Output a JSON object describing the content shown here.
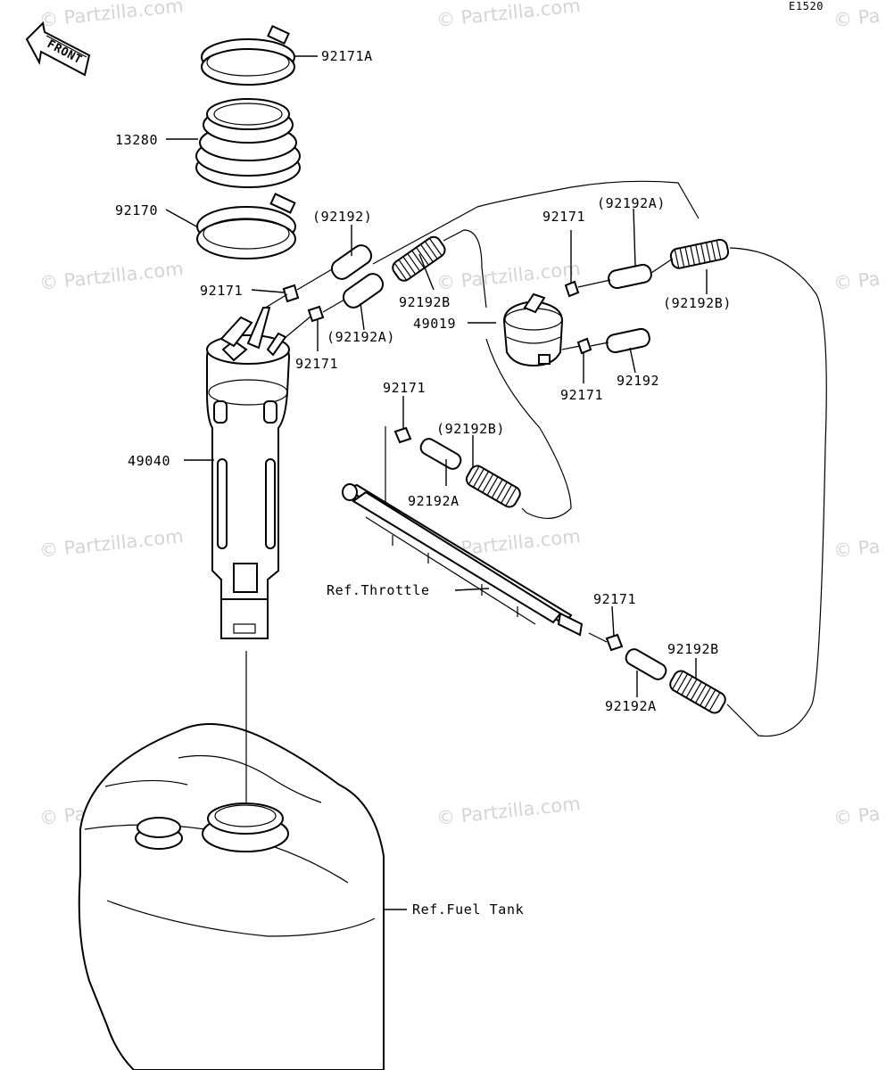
{
  "diagram_code": "E1520",
  "front_label": "FRONT",
  "watermark": "© Partzilla.com",
  "watermark_cut": "© Pa",
  "labels": {
    "clamp_92171A": "92171A",
    "boot_13280": "13280",
    "clamp_92170": "92170",
    "hose_top_92192": "(92192)",
    "clip_left_92171": "92171",
    "hose_left_92192B": "92192B",
    "filter_49019": "49019",
    "hose_left_92192A": "(92192A)",
    "clip_left2_92171": "92171",
    "clip_right_92171": "92171",
    "hose_right_92192A": "(92192A)",
    "hose_right_92192B": "(92192B)",
    "clip_right2_92171": "92171",
    "hose_right_92192": "92192",
    "pump_49040": "49040",
    "clip_mid_92171": "92171",
    "hose_mid_92192B": "(92192B)",
    "hose_mid_92192A": "92192A",
    "ref_throttle": "Ref.Throttle",
    "clip_bottom_92171": "92171",
    "hose_bottom_92192B": "92192B",
    "hose_bottom_92192A": "92192A",
    "ref_fuel_tank": "Ref.Fuel Tank"
  }
}
